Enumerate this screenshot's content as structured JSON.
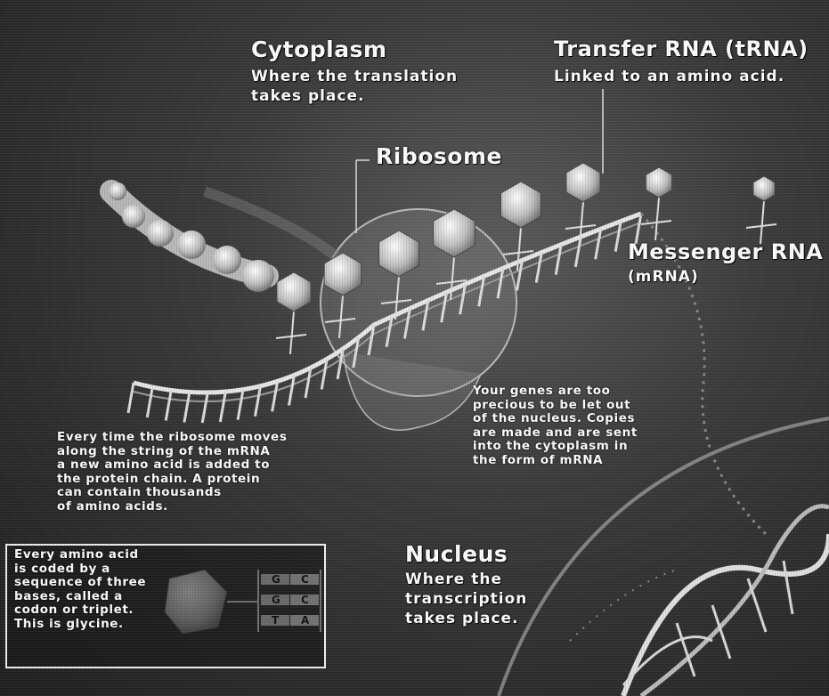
{
  "labels": {
    "cytoplasm": {
      "title": "Cytoplasm",
      "line1": "Where the translation",
      "line2": "takes place."
    },
    "trna": {
      "title": "Transfer RNA (tRNA)",
      "line1": "Linked to an amino acid."
    },
    "ribosome": {
      "title": "Ribosome"
    },
    "mrna": {
      "title": "Messenger RNA",
      "line1": "(mRNA)"
    },
    "nucleus": {
      "title": "Nucleus",
      "line1": "Where the",
      "line2": "transcription",
      "line3": "takes place."
    }
  },
  "genes_text": [
    "Your genes are too",
    "precious to be let out",
    "of the nucleus. Copies",
    "are made and are sent",
    "into the cytoplasm in",
    "the form of mRNA"
  ],
  "ribosome_text": [
    "Every time the ribosome moves",
    "along the string of the mRNA",
    "a new amino acid is added to",
    "the protein chain. A protein",
    "can contain thousands",
    "of amino acids."
  ],
  "codon_text": [
    "Every amino acid",
    "is coded by a",
    "sequence of three",
    "bases, called a",
    "codon or triplet.",
    "This is glycine."
  ],
  "codon_bases": {
    "left": [
      "G",
      "G",
      "T"
    ],
    "right": [
      "C",
      "C",
      "A"
    ]
  }
}
